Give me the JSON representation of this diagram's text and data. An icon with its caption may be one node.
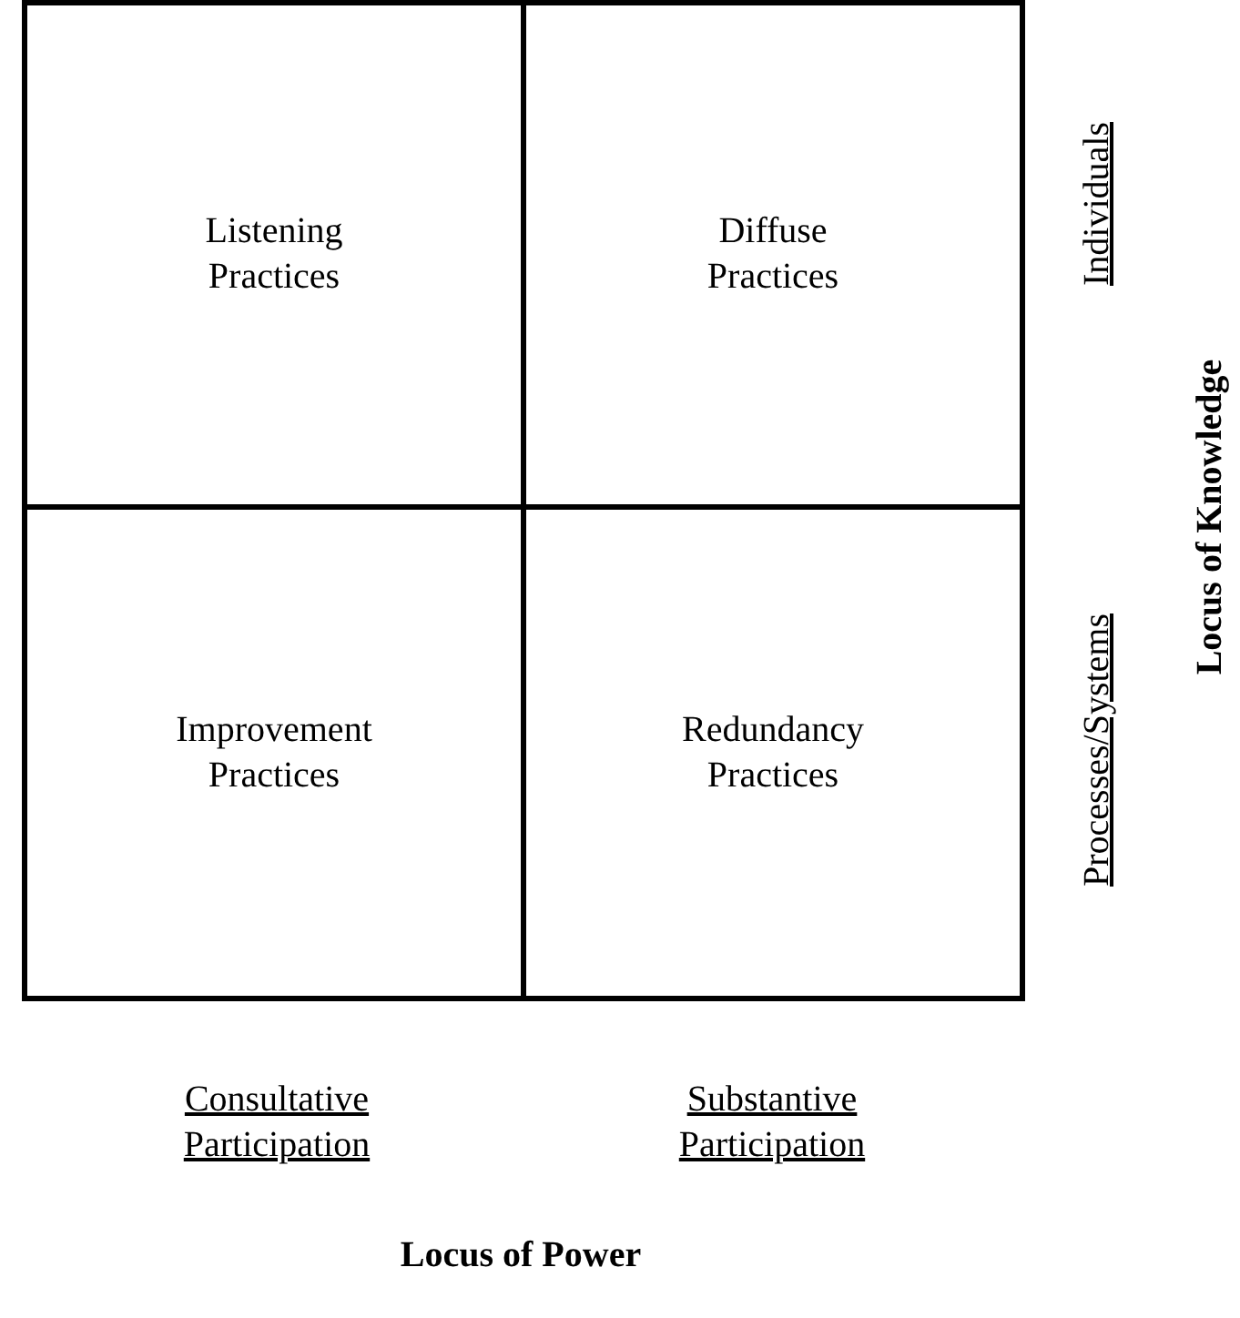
{
  "diagram": {
    "nodes": [
      {
        "text": [
          "Listening Practices"
        ]
      },
      {
        "text": [
          "Diffuse Practices"
        ]
      },
      {
        "text": [
          "Improvement Practices"
        ]
      },
      {
        "text": [
          "Redundancy Practices"
        ]
      }
    ],
    "labels": [
      "Individuals",
      "Processes/Systems",
      "Locus of Knowledge",
      "Consultative Participation",
      "Substantive Participation",
      "Locus of Power"
    ]
  }
}
